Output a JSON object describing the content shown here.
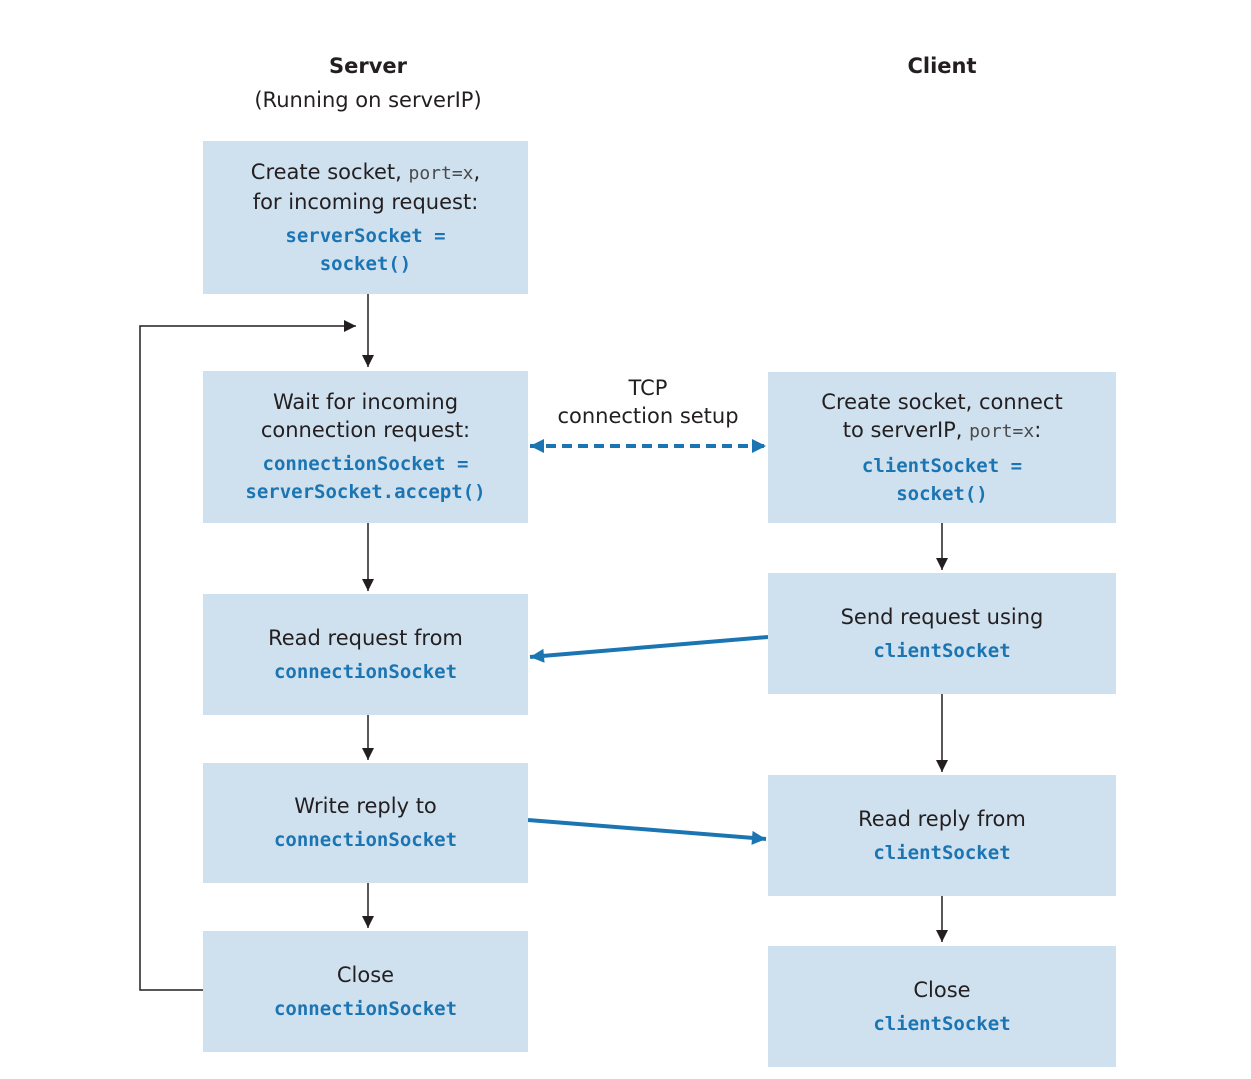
{
  "server": {
    "title": "Server",
    "subtitle": "(Running on serverIP)",
    "boxes": {
      "create": {
        "line1_text": "Create  socket, ",
        "line1_mono": "port=x",
        "line1_end": ",",
        "line2": "for incoming request:",
        "code1": "serverSocket =",
        "code2": "socket()"
      },
      "wait": {
        "line1": "Wait for incoming",
        "line2": "connection request:",
        "code1": "connectionSocket =",
        "code2": "serverSocket.accept()"
      },
      "read": {
        "line1": "Read request from",
        "code1": "connectionSocket"
      },
      "write": {
        "line1": "Write reply to",
        "code1": "connectionSocket"
      },
      "close": {
        "line1": "Close",
        "code1": "connectionSocket"
      }
    }
  },
  "client": {
    "title": "Client",
    "boxes": {
      "create": {
        "line1": "Create socket, connect",
        "line2_text": "to serverIP, ",
        "line2_mono": "port=x",
        "line2_end": ":",
        "code1": "clientSocket =",
        "code2": "socket()"
      },
      "send": {
        "line1": "Send request using",
        "code1": "clientSocket"
      },
      "read": {
        "line1": "Read reply from",
        "code1": "clientSocket"
      },
      "close": {
        "line1": "Close",
        "code1": "clientSocket"
      }
    }
  },
  "tcp_label": {
    "line1": "TCP",
    "line2": "connection setup"
  },
  "colors": {
    "box_fill": "#cfe0ef",
    "code_blue": "#1b75b3",
    "arrow_blue": "#1b75b3",
    "arrow_black": "#231f20"
  }
}
